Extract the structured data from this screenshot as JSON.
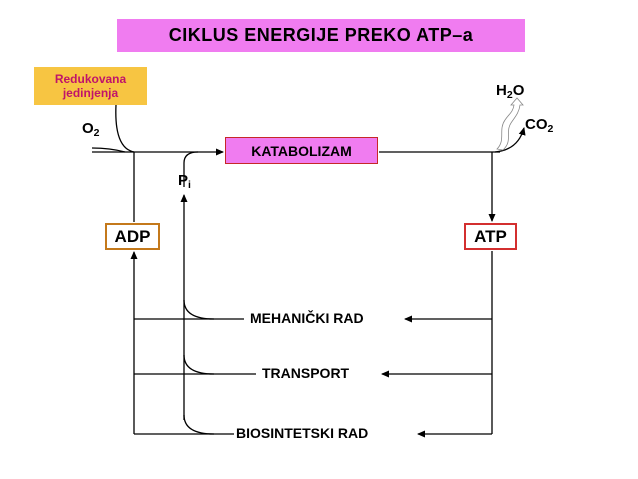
{
  "title": "CIKLUS  ENERGIJE  PREKO  ATP–a",
  "nodes": {
    "redukovana_line1": "Redukovana",
    "redukovana_line2": "jedinjenja",
    "katabolizam": "KATABOLIZAM",
    "adp": "ADP",
    "atp": "ATP",
    "mehanicki_rad": "MEHANIČKI  RAD",
    "transport": "TRANSPORT",
    "biosintetski_rad": "BIOSINTETSKI  RAD"
  },
  "labels": {
    "o2_main": "O",
    "o2_sub": "2",
    "h2o_h": "H",
    "h2o_sub": "2",
    "h2o_o": "O",
    "co2_main": "CO",
    "co2_sub": "2",
    "pi_main": "P",
    "pi_sub": "i"
  },
  "colors": {
    "title_bg": "#f07cf0",
    "redukovana_bg": "#f7c542",
    "redukovana_text": "#c0146a",
    "katabolizam_bg": "#f07cf0",
    "adp_border": "#c4791b",
    "atp_border": "#d32f2f",
    "line": "#000000"
  }
}
